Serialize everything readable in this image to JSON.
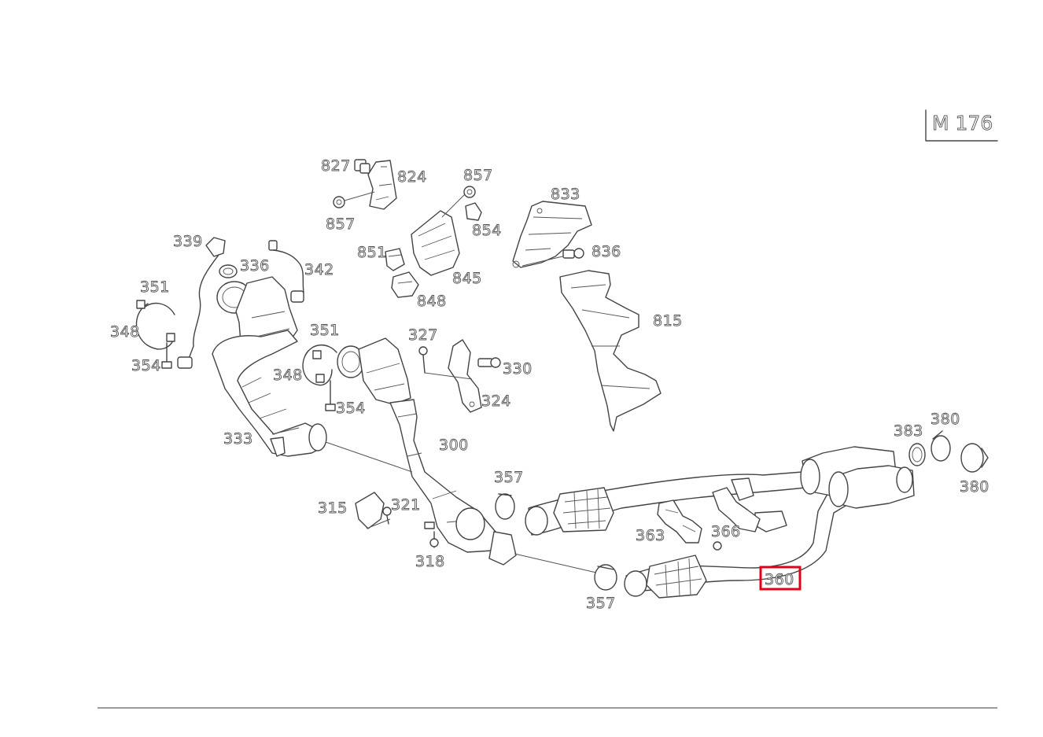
{
  "model_tag": "M 176",
  "highlighted_part": "360",
  "callouts": {
    "c827": "827",
    "c824": "824",
    "c857a": "857",
    "c857b": "857",
    "c833": "833",
    "c854": "854",
    "c836": "836",
    "c851": "851",
    "c845": "845",
    "c848": "848",
    "c815": "815",
    "c339": "339",
    "c336": "336",
    "c342": "342",
    "c351a": "351",
    "c351b": "351",
    "c348a": "348",
    "c348b": "348",
    "c354a": "354",
    "c354b": "354",
    "c327": "327",
    "c330": "330",
    "c324": "324",
    "c333": "333",
    "c300": "300",
    "c357a": "357",
    "c357b": "357",
    "c315": "315",
    "c321": "321",
    "c318": "318",
    "c363": "363",
    "c366": "366",
    "c360": "360",
    "c383": "383",
    "c380a": "380",
    "c380b": "380"
  }
}
